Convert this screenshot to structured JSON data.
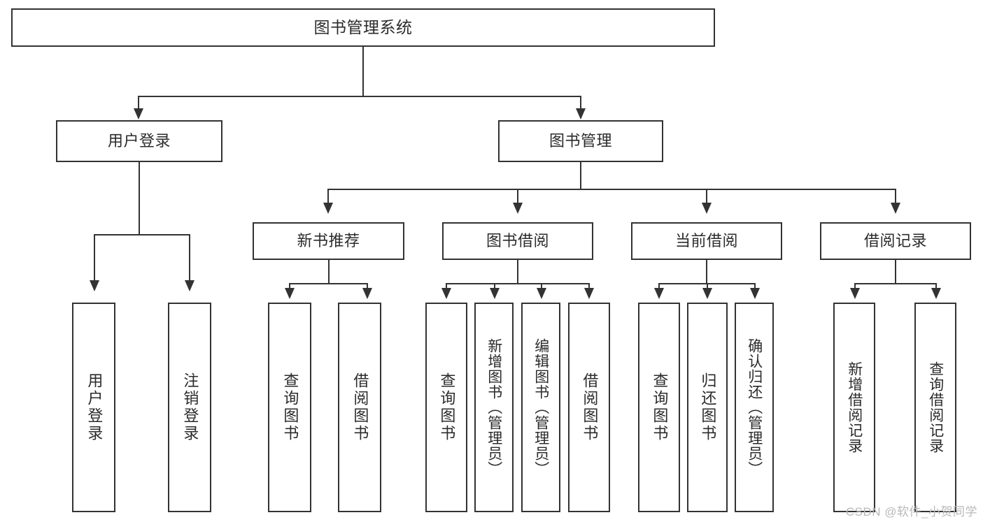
{
  "diagram": {
    "type": "tree",
    "title": "图书管理系统",
    "watermark": "CSDN @软件_小贺同学",
    "colors": {
      "border": "#333333",
      "background": "#ffffff",
      "text": "#2b2b2b",
      "watermark": "#b9b9b9"
    },
    "nodes": {
      "root": {
        "label": "图书管理系统",
        "level": 0
      },
      "l1": [
        {
          "id": "user-login",
          "label": "用户登录"
        },
        {
          "id": "book-manage",
          "label": "图书管理"
        }
      ],
      "l2": [
        {
          "id": "new-book-rec",
          "label": "新书推荐",
          "parent": "book-manage"
        },
        {
          "id": "book-borrow",
          "label": "图书借阅",
          "parent": "book-manage"
        },
        {
          "id": "current-borrow",
          "label": "当前借阅",
          "parent": "book-manage"
        },
        {
          "id": "borrow-record",
          "label": "借阅记录",
          "parent": "book-manage"
        }
      ],
      "leaves": [
        {
          "id": "leaf-user-login",
          "label": "用户登录",
          "parent": "user-login"
        },
        {
          "id": "leaf-user-logout",
          "label": "注销登录",
          "parent": "user-login"
        },
        {
          "id": "leaf-query-book-1",
          "label": "查询图书",
          "parent": "new-book-rec"
        },
        {
          "id": "leaf-borrow-book-1",
          "label": "借阅图书",
          "parent": "new-book-rec"
        },
        {
          "id": "leaf-query-book-2",
          "label": "查询图书",
          "parent": "book-borrow"
        },
        {
          "id": "leaf-add-book",
          "label": "新增图书（管理员）",
          "parent": "book-borrow"
        },
        {
          "id": "leaf-edit-book",
          "label": "编辑图书（管理员）",
          "parent": "book-borrow"
        },
        {
          "id": "leaf-borrow-book-2",
          "label": "借阅图书",
          "parent": "book-borrow"
        },
        {
          "id": "leaf-query-book-3",
          "label": "查询图书",
          "parent": "current-borrow"
        },
        {
          "id": "leaf-return-book",
          "label": "归还图书",
          "parent": "current-borrow"
        },
        {
          "id": "leaf-confirm-return",
          "label": "确认归还（管理员）",
          "parent": "current-borrow"
        },
        {
          "id": "leaf-add-record",
          "label": "新增借阅记录",
          "parent": "borrow-record"
        },
        {
          "id": "leaf-query-record",
          "label": "查询借阅记录",
          "parent": "borrow-record"
        }
      ]
    }
  }
}
